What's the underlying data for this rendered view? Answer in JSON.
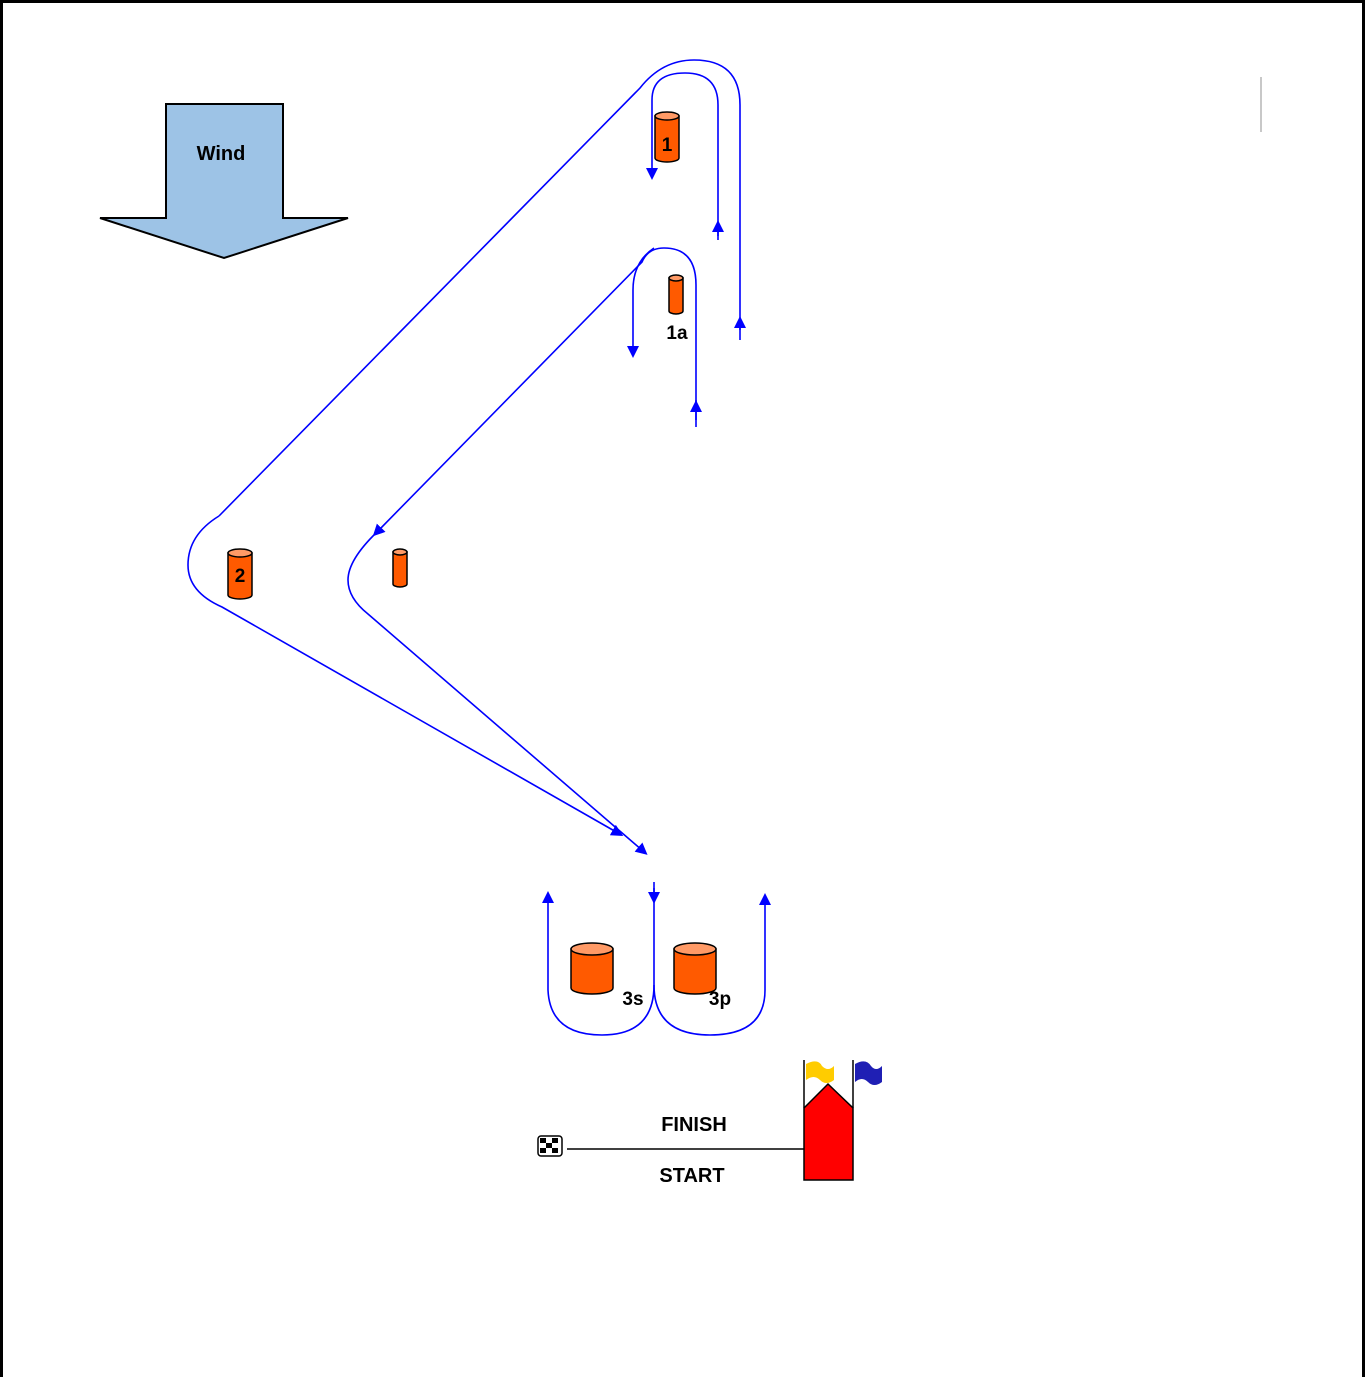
{
  "wind": {
    "label": "Wind"
  },
  "marks": {
    "mark_1": {
      "label": "1"
    },
    "mark_1a": {
      "label": "1a"
    },
    "mark_2": {
      "label": "2"
    },
    "mark_3s": {
      "label": "3s"
    },
    "mark_3p": {
      "label": "3p"
    }
  },
  "line": {
    "finish_label": "FINISH",
    "start_label": "START"
  },
  "colors": {
    "course": "#0000ff",
    "mark_fill": "#ff5a00",
    "mark_top": "#ff9a66",
    "wind_arrow": "#9dc3e6",
    "committee_boat": "#ff0000",
    "flag_yellow": "#ffcc00",
    "flag_blue": "#1f1fb4"
  }
}
